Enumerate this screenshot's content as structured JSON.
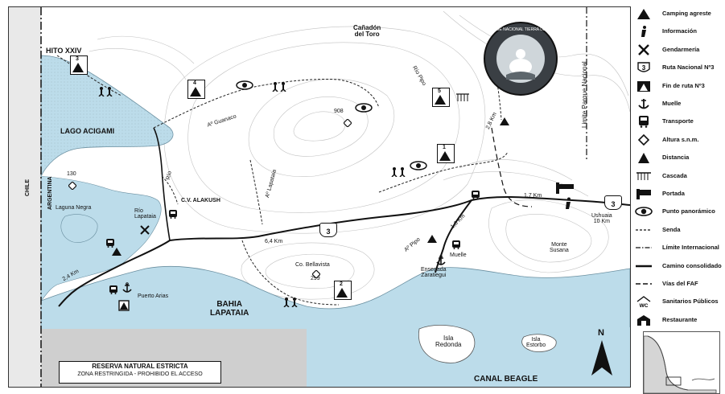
{
  "map": {
    "places": {
      "hito": "HITO XXIV",
      "lago": "LAGO ACIGAMI",
      "chile": "CHILE",
      "argentina": "ARGENTINA",
      "canadon": "Cañadón\ndel Toro",
      "laguna_negra": "Laguna Negra",
      "cv_alakush": "C.V. ALAKUSH",
      "rio_lapataia": "Río\nLapataia",
      "bahia": "BAHIA\nLAPATAIA",
      "puerto_arias": "Puerto Arias",
      "co_bellavista": "Co. Bellavista",
      "ensenada": "Ensenada\nZaratiegui",
      "muelle": "Muelle",
      "monte_susana": "Monte\nSusana",
      "isla_redonda": "Isla\nRedonda",
      "isla_estorbo": "Isla\nEstorbo",
      "canal_beagle": "CANAL BEAGLE",
      "ushuaia": "Ushuaia\n10 Km",
      "limite_parque": "Limite Parque Nacional",
      "ao_guanaco": "Aº Guanaco",
      "ao_lapataia": "Aº Lapataia",
      "ao_pipo": "Aº Pipo",
      "rio_pipo": "Río Pipo",
      "rio_ovando": "Río",
      "north": "N"
    },
    "elevations": {
      "e908": "908",
      "e130": "130",
      "e299": "299"
    },
    "distances": {
      "d28": "2,8 Km",
      "d13": "1,3 Km",
      "d17": "1,7 Km",
      "d64": "6,4 Km",
      "d24": "2,4 Km"
    },
    "route_number": "3",
    "campsites": [
      "1",
      "2",
      "3",
      "4",
      "5"
    ],
    "reserve": {
      "title": "RESERVA NATURAL ESTRICTA",
      "subtitle": "ZONA RESTRINGIDA - PROHIBIDO EL ACCESO"
    },
    "logo_text": "PARQUE NACIONAL TIERRA DEL FUEGO"
  },
  "legend": [
    {
      "icon": "camping-tent-icon",
      "label": "Camping agreste"
    },
    {
      "icon": "info-icon",
      "label": "Información"
    },
    {
      "icon": "gendarmeria-icon",
      "label": "Gendarmería"
    },
    {
      "icon": "route-shield-icon",
      "label": "Ruta Nacional Nº3"
    },
    {
      "icon": "route-end-icon",
      "label": "Fin de ruta Nº3"
    },
    {
      "icon": "anchor-icon",
      "label": "Muelle"
    },
    {
      "icon": "bus-icon",
      "label": "Transporte"
    },
    {
      "icon": "altitude-icon",
      "label": "Altura s.n.m."
    },
    {
      "icon": "distance-triangle-icon",
      "label": "Distancia"
    },
    {
      "icon": "waterfall-icon",
      "label": "Cascada"
    },
    {
      "icon": "gate-icon",
      "label": "Portada"
    },
    {
      "icon": "eye-icon",
      "label": "Punto panorámico"
    },
    {
      "icon": "trail-line-icon",
      "label": "Senda"
    },
    {
      "icon": "border-line-icon",
      "label": "Límite Internacional"
    },
    {
      "icon": "road-line-icon",
      "label": "Camino consolidado"
    },
    {
      "icon": "rail-line-icon",
      "label": "Vías del FAF"
    },
    {
      "icon": "wc-icon",
      "label": "Sanitarios Públicos"
    },
    {
      "icon": "restaurant-icon",
      "label": "Restaurante"
    }
  ],
  "colors": {
    "water": "#bcdcea",
    "water_edge": "#6a8fa0",
    "reserve": "#cfcfcf",
    "road": "#111111",
    "contour": "#b8b8b8"
  }
}
